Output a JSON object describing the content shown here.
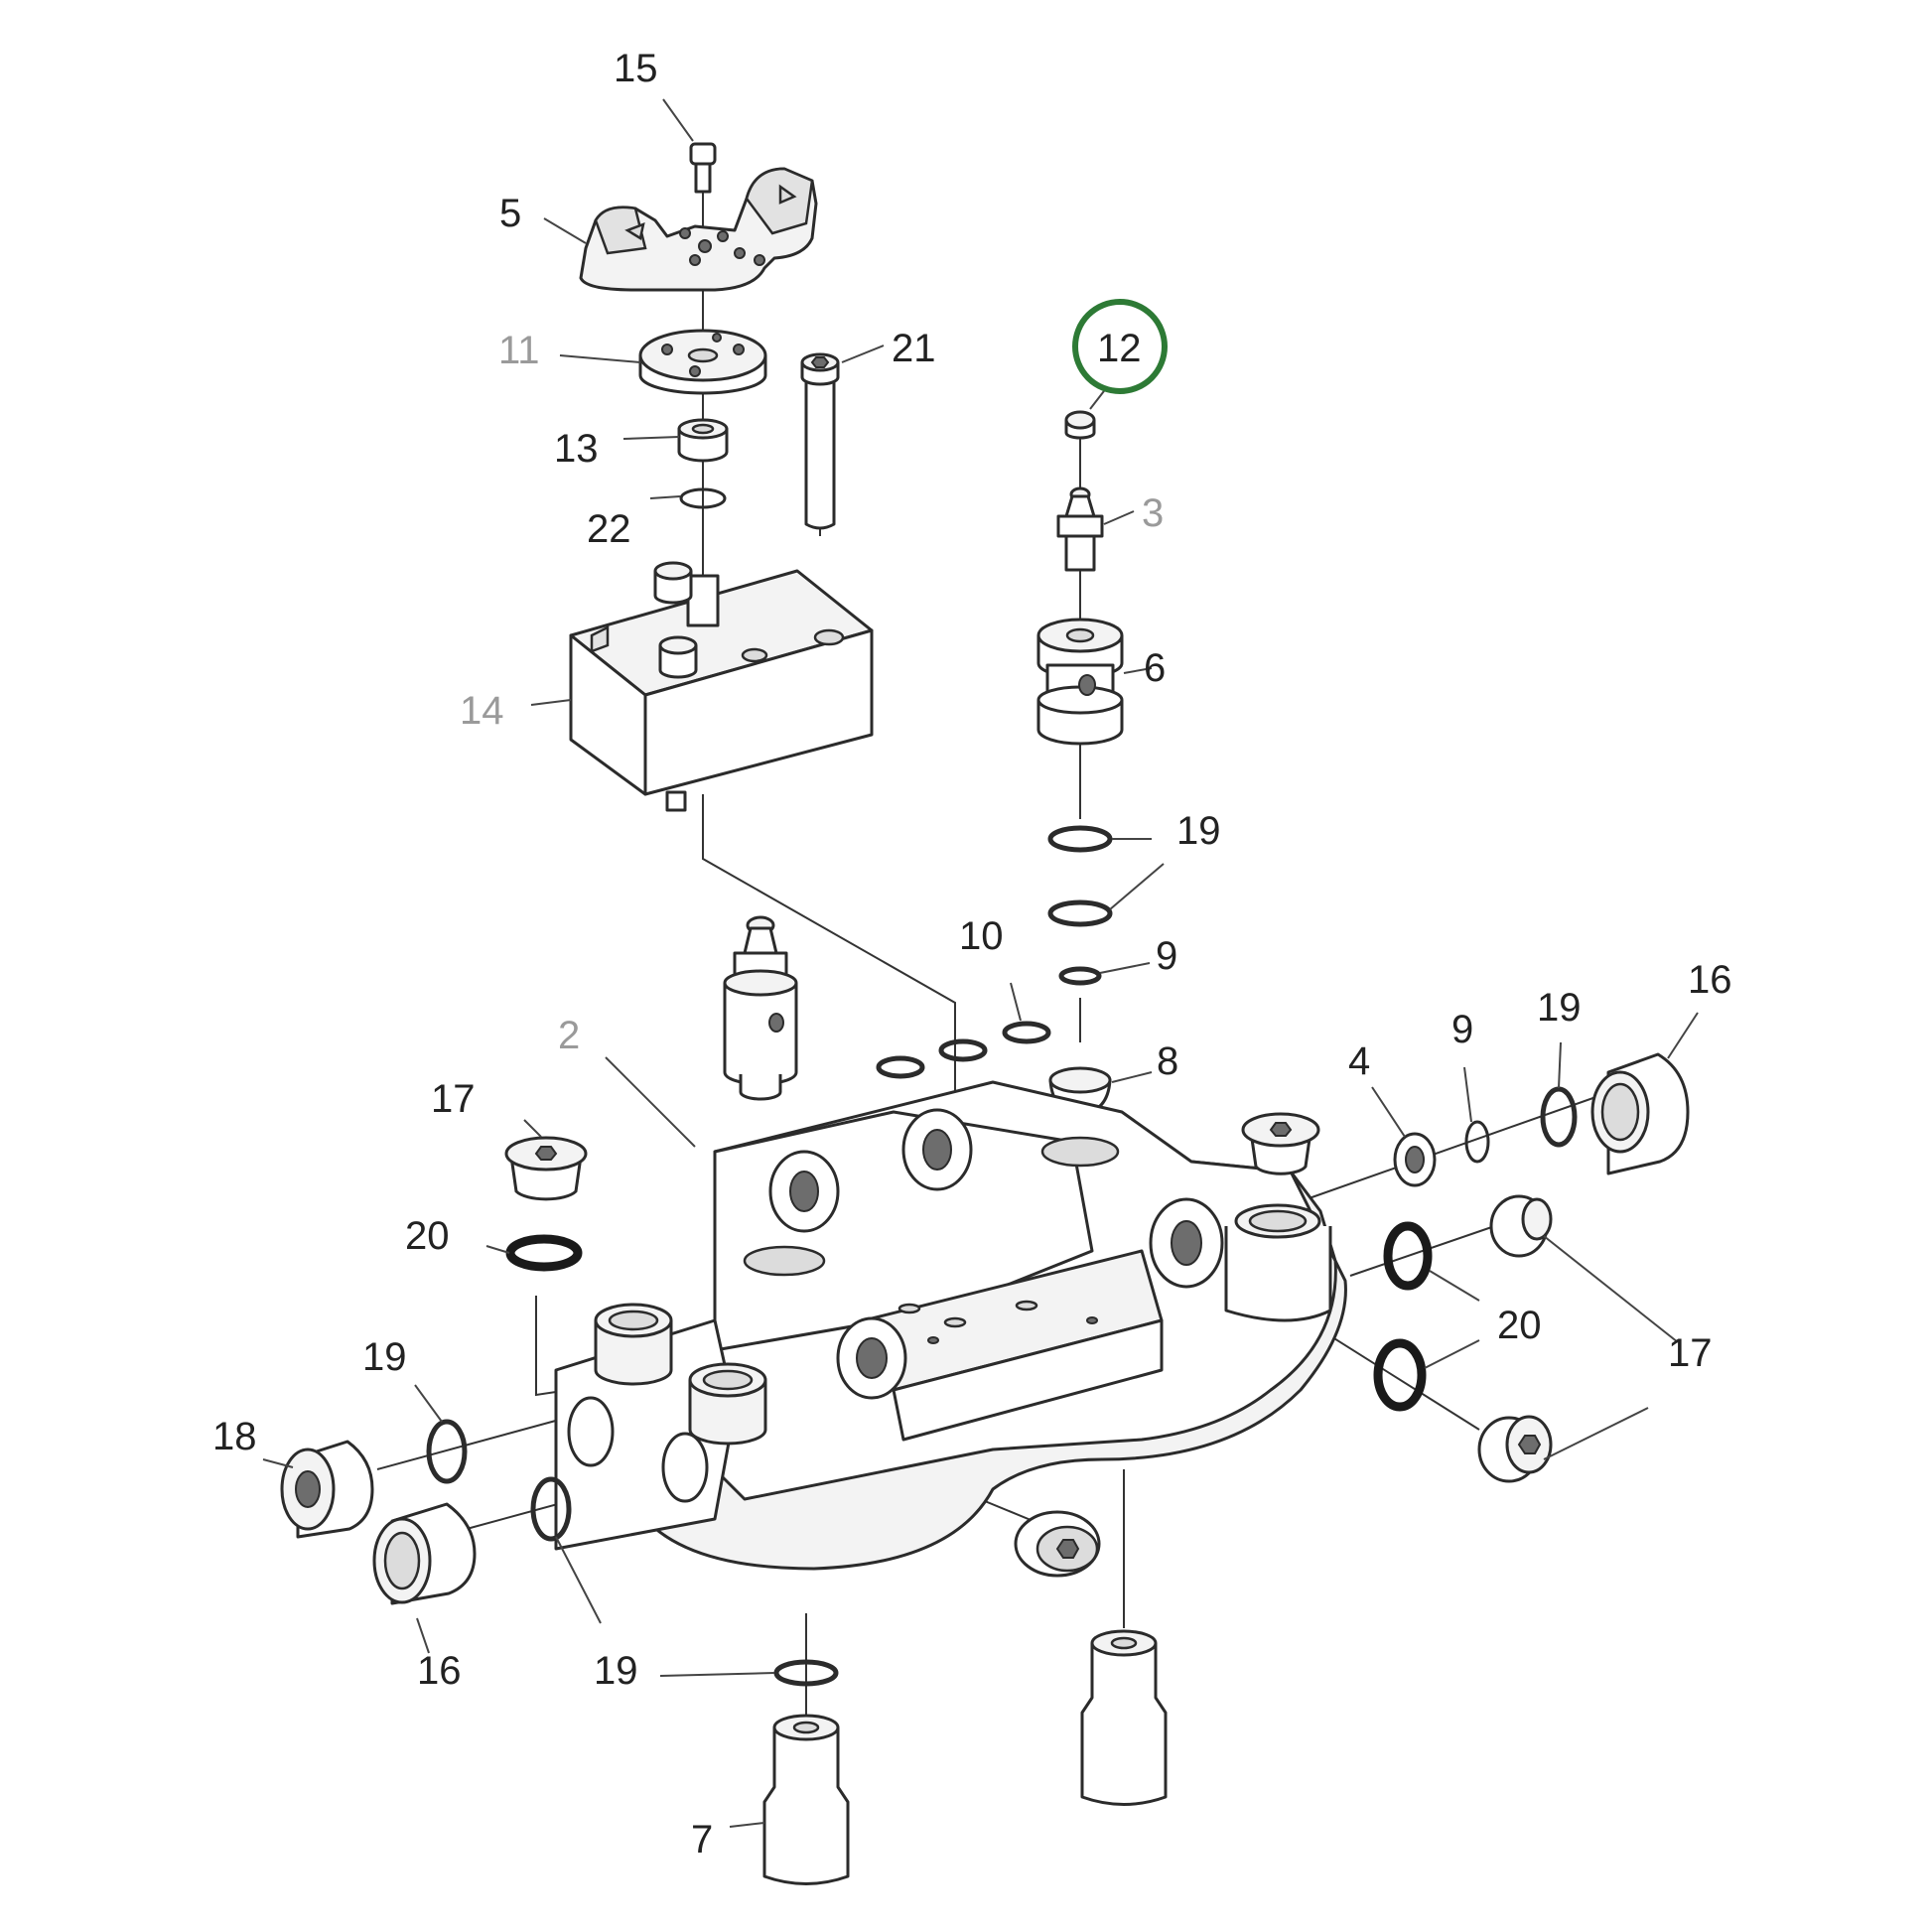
{
  "callouts": [
    {
      "id": "c15",
      "text": "15",
      "tone": "dark"
    },
    {
      "id": "c5",
      "text": "5",
      "tone": "dark"
    },
    {
      "id": "c11",
      "text": "11",
      "tone": "grey"
    },
    {
      "id": "c21",
      "text": "21",
      "tone": "dark"
    },
    {
      "id": "c13",
      "text": "13",
      "tone": "dark"
    },
    {
      "id": "c22",
      "text": "22",
      "tone": "dark"
    },
    {
      "id": "c14",
      "text": "14",
      "tone": "grey"
    },
    {
      "id": "c12",
      "text": "12",
      "tone": "dark",
      "highlighted": true
    },
    {
      "id": "c3",
      "text": "3",
      "tone": "grey"
    },
    {
      "id": "c6",
      "text": "6",
      "tone": "dark"
    },
    {
      "id": "c19a",
      "text": "19",
      "tone": "dark"
    },
    {
      "id": "c9a",
      "text": "9",
      "tone": "dark"
    },
    {
      "id": "c10",
      "text": "10",
      "tone": "dark"
    },
    {
      "id": "c8",
      "text": "8",
      "tone": "dark"
    },
    {
      "id": "c2",
      "text": "2",
      "tone": "grey"
    },
    {
      "id": "c17a",
      "text": "17",
      "tone": "dark"
    },
    {
      "id": "c20a",
      "text": "20",
      "tone": "dark"
    },
    {
      "id": "c19b",
      "text": "19",
      "tone": "dark"
    },
    {
      "id": "c18",
      "text": "18",
      "tone": "dark"
    },
    {
      "id": "c16a",
      "text": "16",
      "tone": "dark"
    },
    {
      "id": "c19c",
      "text": "19",
      "tone": "dark"
    },
    {
      "id": "c7",
      "text": "7",
      "tone": "dark"
    },
    {
      "id": "c4",
      "text": "4",
      "tone": "dark"
    },
    {
      "id": "c9b",
      "text": "9",
      "tone": "dark"
    },
    {
      "id": "c19d",
      "text": "19",
      "tone": "dark"
    },
    {
      "id": "c16b",
      "text": "16",
      "tone": "dark"
    },
    {
      "id": "c20b",
      "text": "20",
      "tone": "dark"
    },
    {
      "id": "c17b",
      "text": "17",
      "tone": "dark"
    }
  ],
  "colors": {
    "highlight_ring": "#2d7a35",
    "callout_dark": "#222222",
    "callout_grey": "#9a9a9a"
  }
}
